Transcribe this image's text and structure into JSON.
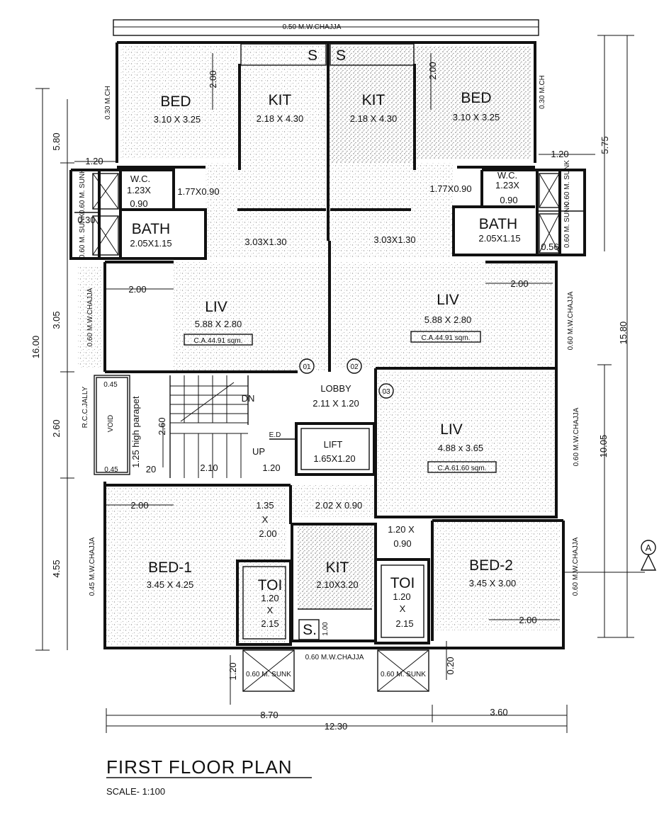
{
  "plan": {
    "top_chajja": "0.50 M.W.CHAJJA",
    "left_top_vertical": "0.30 M.CH",
    "right_top_vertical": "0.30 M.CH",
    "store_s": "S",
    "rooms": {
      "bed_tl": {
        "name": "BED",
        "size": "3.10 X 3.25",
        "dim": "2.00"
      },
      "kit_tl": {
        "name": "KIT",
        "size": "2.18 X 4.30"
      },
      "kit_tr": {
        "name": "KIT",
        "size": "2.18 X 4.30"
      },
      "bed_tr": {
        "name": "BED",
        "size": "3.10 X 3.25",
        "dim": "2.00"
      },
      "wc_l": {
        "name": "W.C.",
        "size1": "1.23X",
        "size2": "0.90"
      },
      "wc_r": {
        "name": "W.C.",
        "size1": "1.23X",
        "size2": "0.90"
      },
      "bath_l": {
        "name": "BATH",
        "size": "2.05X1.15"
      },
      "bath_r": {
        "name": "BATH",
        "size": "2.05X1.15"
      },
      "passage_l": "1.77X0.90",
      "passage_r": "1.77X0.90",
      "dining_l": "3.03X1.30",
      "dining_r": "3.03X1.30",
      "liv_l": {
        "name": "LIV",
        "size": "5.88 X 2.80",
        "ca": "C.A.44.91 sqm."
      },
      "liv_r": {
        "name": "LIV",
        "size": "5.88 X 2.80",
        "ca": "C.A.44.91 sqm."
      },
      "lobby": {
        "name": "LOBBY",
        "size": "2.11 X 1.20"
      },
      "lift": {
        "name": "LIFT",
        "size": "1.65X1.20"
      },
      "liv_br": {
        "name": "LIV",
        "size": "4.88 x 3.65",
        "ca": "C.A.61.60 sqm."
      },
      "bed1": {
        "name": "BED-1",
        "size": "3.45 X 4.25"
      },
      "toi_l": {
        "name": "TOI",
        "s1": "1.20",
        "s2": "X",
        "s3": "2.15"
      },
      "kit_b": {
        "name": "KIT",
        "size": "2.10X3.20"
      },
      "toi_r": {
        "name": "TOI",
        "s1": "1.20",
        "s2": "X",
        "s3": "2.15"
      },
      "bed2": {
        "name": "BED-2",
        "size": "3.45 X 3.00"
      },
      "passage_b": "2.02 X 0.90",
      "dim_135": "1.35",
      "dim_x": "X",
      "dim_200b": "2.00",
      "dim_120x": "1.20 X",
      "dim_090": "0.90",
      "store_b": "S.",
      "store_b_dim": "1.00"
    },
    "sunk": {
      "sunk_tl": "0.60 M. SUNK",
      "sunk_ml": "0.60 M. SUNK",
      "sunk_tr": "0.60 M. SUNK",
      "sunk_mr": "0.60 M. SUNK",
      "sunk_bl": "0.60 M. SUNK",
      "sunk_br": "0.60 M. SUNK"
    },
    "chajja": {
      "left_mid": "0.60 M.W.CHAJJA",
      "right_mid": "0.60 M.W.CHAJJA",
      "right_low": "0.60 M.W.CHAJJA",
      "right_bottom": "0.60 M.W.CHAJJA",
      "left_bottom": "0.45 M.W.CHAJJA",
      "bottom": "0.60 M.W.CHAJJA"
    },
    "stair": {
      "dn": "DN",
      "up": "UP",
      "ed": "E.D",
      "rcc_jally": "R.C.C.JALLY",
      "void": "VOID",
      "parapet": "1.25 high parapet",
      "d260": "2.60",
      "d210": "2.10",
      "d120": "1.20",
      "d020": "20",
      "d045a": "0.45",
      "d045b": "0.45"
    },
    "flats": [
      "01",
      "02",
      "03"
    ],
    "dims": {
      "d120_left_top": "1.20",
      "d120_right_top": "1.20",
      "d200_liv_l": "2.00",
      "d200_liv_r": "2.00",
      "d200_bed1": "2.00",
      "d200_bed2": "2.00",
      "d030": "0.30",
      "d056": "0.56",
      "d120_bottom": "1.20",
      "d020_bottom": "0.20",
      "d870": "8.70",
      "d360": "3.60",
      "d1230": "12.30",
      "left_580": "5.80",
      "left_305": "3.05",
      "left_1600": "16.00",
      "left_260": "2.60",
      "left_455": "4.55",
      "right_575": "5.75",
      "right_1580": "15.80",
      "right_1005": "10.05",
      "section": "A"
    }
  },
  "title": "FIRST  FLOOR PLAN",
  "scale": "SCALE- 1:100"
}
